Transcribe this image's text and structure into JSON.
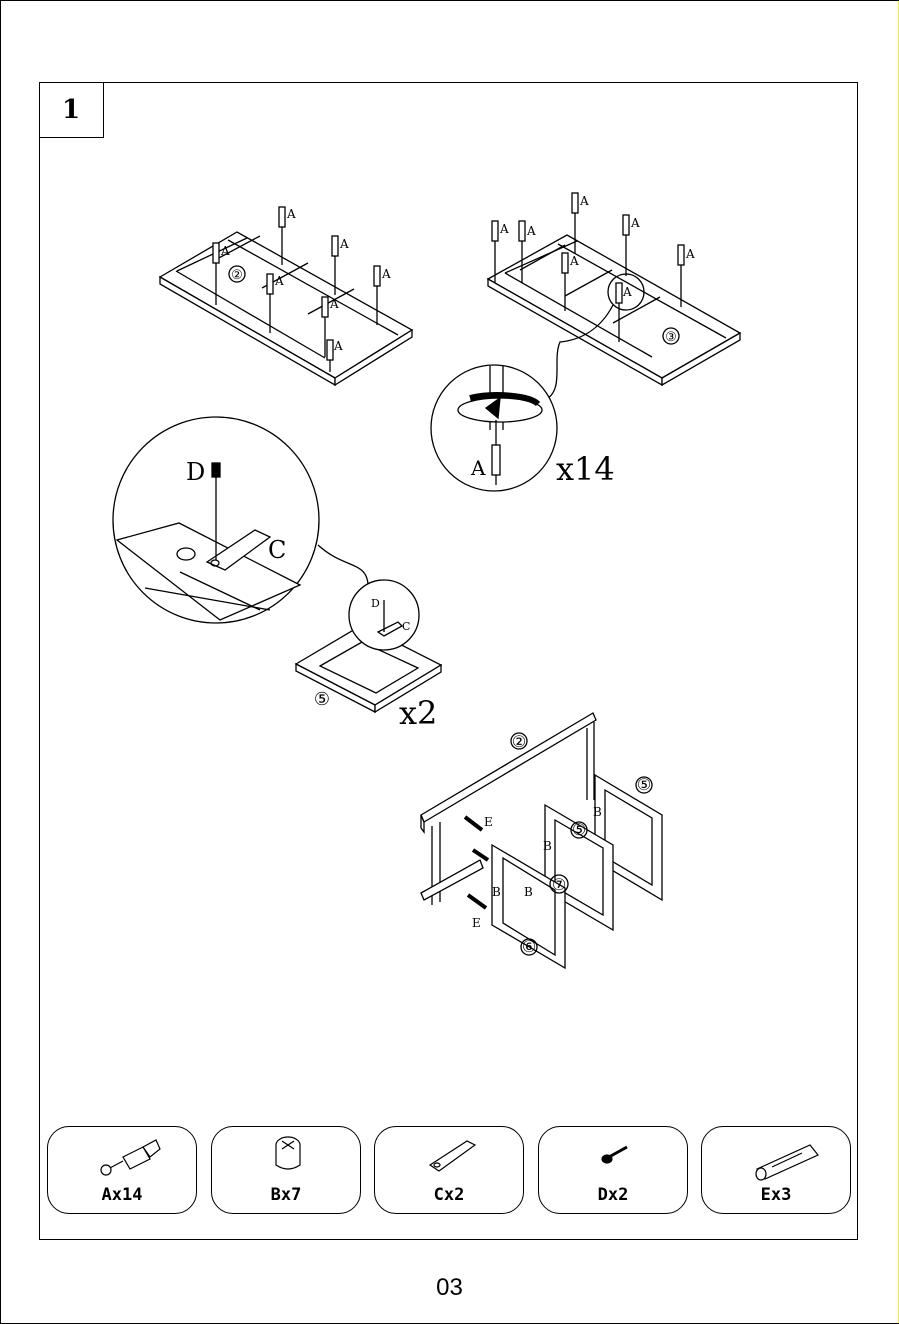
{
  "step": {
    "number": "1"
  },
  "callouts": {
    "part_labels": [
      "②",
      "③",
      "⑤",
      "⑤",
      "⑤",
      "⑥",
      "⑦",
      "②"
    ],
    "screw_A": "A",
    "screw_D": "D",
    "bracket_C": "C",
    "cam_B": "B",
    "dowel_E": "E",
    "qty_A": "x14",
    "qty_frame": "x2"
  },
  "hardware": [
    {
      "id": "A",
      "label": "Ax14",
      "icon": "cam-bolt-icon"
    },
    {
      "id": "B",
      "label": "Bx7",
      "icon": "cam-lock-icon"
    },
    {
      "id": "C",
      "label": "Cx2",
      "icon": "bracket-icon"
    },
    {
      "id": "D",
      "label": "Dx2",
      "icon": "screw-icon"
    },
    {
      "id": "E",
      "label": "Ex3",
      "icon": "dowel-icon"
    }
  ],
  "page": {
    "number": "03"
  }
}
